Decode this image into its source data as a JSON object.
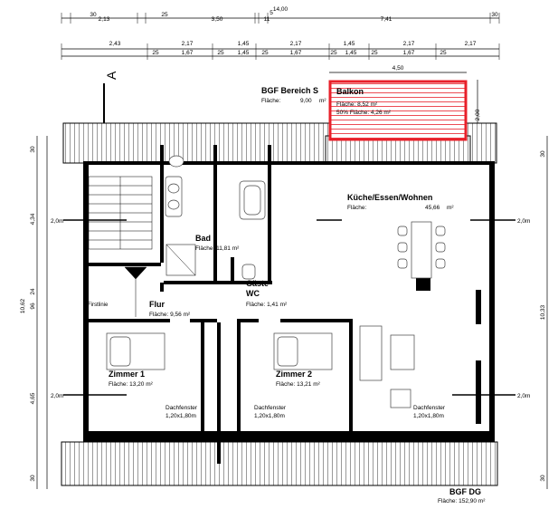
{
  "dims_top_row1": [
    "14,00",
    "30",
    "2,13",
    "25",
    "3,50",
    "11",
    "5",
    "7,41",
    "30"
  ],
  "dims_top_row2": [
    "2,43",
    "2,17",
    "1,45",
    "2,17",
    "1,45",
    "2,17",
    "2,17"
  ],
  "dims_top_row3": [
    "25",
    "1,67",
    "25",
    "1,45",
    "25",
    "1,67",
    "25",
    "1,45",
    "25",
    "1,67",
    "25"
  ],
  "dim_balcony_width": "4,50",
  "dim_balcony_depth": "2,00",
  "dims_left": [
    "30",
    "4,34",
    "10,62",
    "24",
    "96",
    "4,65",
    "30"
  ],
  "dims_right": [
    "30",
    "10,33",
    "30"
  ],
  "section_marker": "A",
  "height_marks": [
    "2,0m",
    "2,0m",
    "2,0m",
    "2,0m"
  ],
  "bgf_balcony": {
    "title": "BGF Bereich S",
    "area_label": "Fläche:",
    "area_value": "9,00",
    "unit": "m²"
  },
  "balkon": {
    "name": "Balkon",
    "l1": "Fläche: 8,52 m²",
    "l2": "50% Fläche: 4,26 m²"
  },
  "kueche": {
    "name": "Küche/Essen/Wohnen",
    "area_label": "Fläche:",
    "area_value": "45,66",
    "unit": "m²"
  },
  "bad": {
    "name": "Bad",
    "area": "Fläche: 11,81 m²"
  },
  "gaeste_wc": {
    "name1": "Gäste",
    "name2": "WC",
    "area": "Fläche: 1,41 m²"
  },
  "flur": {
    "name": "Flur",
    "area": "Fläche: 9,56 m²"
  },
  "firstlinie": "Firstlinie",
  "zimmer1": {
    "name": "Zimmer 1",
    "area": "Fläche: 13,20 m²"
  },
  "zimmer2": {
    "name": "Zimmer 2",
    "area": "Fläche: 13,21 m²"
  },
  "dachfenster": [
    {
      "label": "Dachfenster",
      "size": "1,20x1,80m"
    },
    {
      "label": "Dachfenster",
      "size": "1,20x1,80m"
    },
    {
      "label": "Dachfenster",
      "size": "1,20x1,80m"
    }
  ],
  "bgf_dg": {
    "title": "BGF DG",
    "area": "Fläche: 152,90 m²"
  },
  "colors": {
    "balcony_red": "#e8202a",
    "wall": "#000000",
    "roof_hatch": "#555555"
  }
}
